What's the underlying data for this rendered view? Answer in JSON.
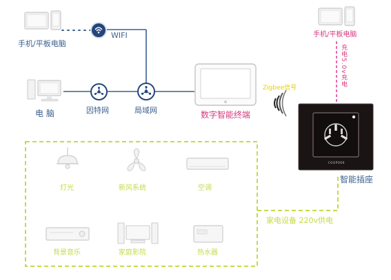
{
  "diagram": {
    "phone_tablet_left": {
      "label": "手机/平板电脑",
      "icon": "phone-tablet-icon"
    },
    "wifi": {
      "label": "WIFI",
      "icon": "wifi-node-icon"
    },
    "computer": {
      "label": "电 脑",
      "icon": "computer-icon"
    },
    "internet": {
      "label": "因特网",
      "icon": "internet-node-icon"
    },
    "lan": {
      "label": "局域网",
      "icon": "lan-node-icon"
    },
    "terminal": {
      "label": "数字智能终端",
      "icon": "touchscreen-terminal-icon"
    },
    "zigbee": {
      "label": "Zigbee信号",
      "icon": "signal-waves-icon"
    },
    "phone_tablet_right": {
      "label": "手机/平板电脑",
      "icon": "phone-tablet-icon"
    },
    "usb_charge": {
      "label": "充电5.0v充电"
    },
    "smart_socket": {
      "label": "智能插座",
      "brand": "COOPOOK",
      "icon": "smart-socket-icon"
    },
    "appliances": {
      "power_label": "家电设备 220v供电",
      "items": [
        {
          "label": "灯光",
          "icon": "ceiling-lamp-icon"
        },
        {
          "label": "新风系统",
          "icon": "fan-icon"
        },
        {
          "label": "空调",
          "icon": "air-conditioner-icon"
        },
        {
          "label": "背景音乐",
          "icon": "audio-player-icon"
        },
        {
          "label": "家庭影院",
          "icon": "home-theater-icon"
        },
        {
          "label": "热水器",
          "icon": "water-heater-icon"
        }
      ]
    }
  },
  "colors": {
    "network_line": "#3a5f8e",
    "label_blue": "#3a5f8e",
    "label_pink": "#d63a7e",
    "zigbee_yellow": "#e8d000",
    "appliance_green": "#c6d94a",
    "pink_dash": "#e0449a",
    "socket_body": "#1a1414"
  }
}
